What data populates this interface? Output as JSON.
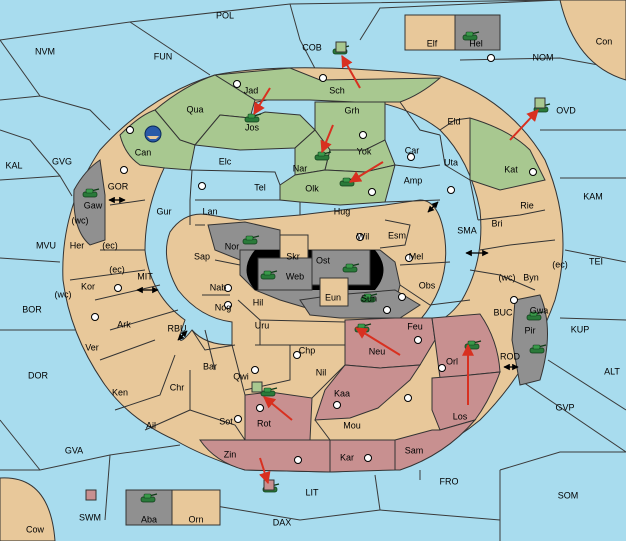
{
  "colors": {
    "sea": "#a8dcee",
    "land": "#e8c89a",
    "green": "#a8c890",
    "red": "#c89090",
    "grey": "#909090",
    "black": "#000000",
    "arrow": "#d83020",
    "unit": "#2a7a3a",
    "fleet": "#2a5aa8"
  },
  "icons": {
    "army": "tank-icon",
    "fleet": "fleet-icon",
    "supply_center": "supply-center-dot",
    "move": "red-arrow",
    "canal": "double-arrow"
  },
  "regions": {
    "POL": "POL",
    "NVM": "NVM",
    "FUN": "FUN",
    "COB": "COB",
    "NOM": "NOM",
    "Con": "Con",
    "Elf": "Elf",
    "Hel": "Hel",
    "Sch": "Sch",
    "Jad": "Jad",
    "Qua": "Qua",
    "Jos": "Jos",
    "Can": "Can",
    "Grh": "Grh",
    "Eld": "Eld",
    "OVD": "OVD",
    "KAL": "KAL",
    "GVG": "GVG",
    "Elc": "Elc",
    "Nar": "Nar",
    "Yok": "Yok",
    "Car": "Car",
    "Uta": "Uta",
    "Kat": "Kat",
    "GOR": "GOR",
    "Gaw": "Gaw",
    "Tel": "Tel",
    "Olk": "Olk",
    "Amp": "Amp",
    "KAM": "KAM",
    "Gur": "Gur",
    "Lan": "Lan",
    "Hug": "Hug",
    "Rie": "Rie",
    "Bri": "Bri",
    "SMA": "SMA",
    "MVU": "MVU",
    "Her": "Her",
    "(wc)": "(wc)",
    "(ec)": "(ec)",
    "Nor": "Nor",
    "Skr": "Skr",
    "Wil": "Wil",
    "Esm": "Esm",
    "TEI": "TEI",
    "Sap": "Sap",
    "Ost": "Ost",
    "Web": "Web",
    "Mel": "Mel",
    "Byn": "Byn",
    "MIT": "MIT",
    "Kor": "Kor",
    "Nab": "Nab",
    "Obs": "Obs",
    "Eun": "Eun",
    "Sun": "Sun",
    "BOR": "BOR",
    "Gwa": "Gwa",
    "Hil": "Hil",
    "RBU": "RBU",
    "Nog": "Nog",
    "BUC": "BUC",
    "KUP": "KUP",
    "Ark": "Ark",
    "Uru": "Uru",
    "Feu": "Feu",
    "Pir": "Pir",
    "Ver": "Ver",
    "Chp": "Chp",
    "Neu": "Neu",
    "Orl": "Orl",
    "ROD": "ROD",
    "ALT": "ALT",
    "DOR": "DOR",
    "Bar": "Bar",
    "Qwi": "Qwi",
    "Nil": "Nil",
    "Ken": "Ken",
    "Chr": "Chr",
    "Kaa": "Kaa",
    "GVP": "GVP",
    "Ail": "Ail",
    "Sot": "Sot",
    "Rot": "Rot",
    "Los": "Los",
    "Mou": "Mou",
    "GVA": "GVA",
    "Sam": "Sam",
    "Zin": "Zin",
    "Kar": "Kar",
    "FRO": "FRO",
    "LIT": "LIT",
    "SOM": "SOM",
    "SWM": "SWM",
    "Aba": "Aba",
    "Orn": "Orn",
    "DAX": "DAX",
    "Cow": "Cow"
  }
}
